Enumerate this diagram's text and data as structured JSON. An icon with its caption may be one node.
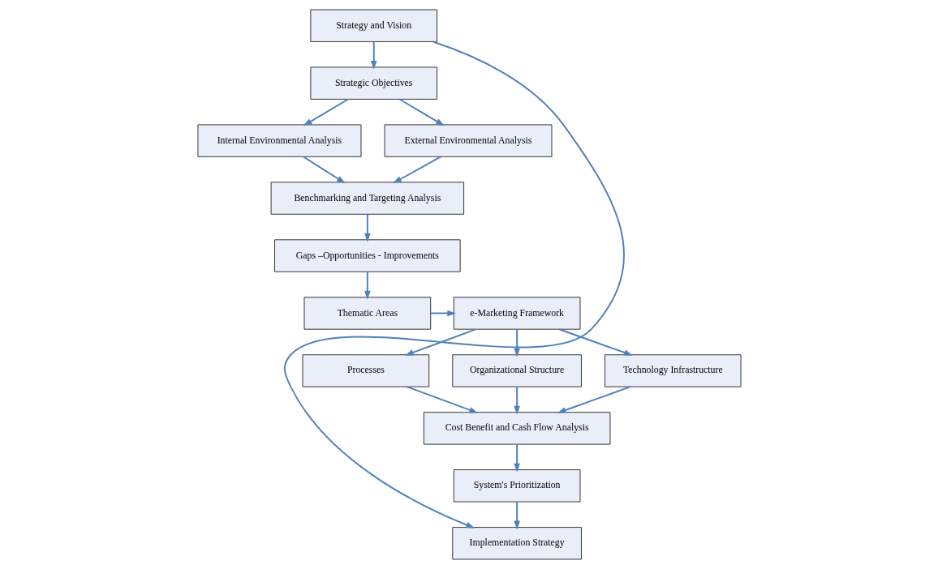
{
  "diagram": {
    "nodes": [
      {
        "text": [
          "Strategy and Vision"
        ]
      },
      {
        "text": [
          "Strategic Objectives"
        ]
      },
      {
        "text": [
          "Internal Environmental Analysis"
        ]
      },
      {
        "text": [
          "External Environmental Analysis"
        ]
      },
      {
        "text": [
          "Benchmarking and Targeting Analysis"
        ]
      },
      {
        "text": [
          "Gaps –Opportunities - Improvements"
        ]
      },
      {
        "text": [
          "Thematic Areas"
        ]
      },
      {
        "text": [
          "e-Marketing Framework"
        ]
      },
      {
        "text": [
          "Processes"
        ]
      },
      {
        "text": [
          "Organizational Structure"
        ]
      },
      {
        "text": [
          "Technology Infrastructure"
        ]
      },
      {
        "text": [
          "Cost Benefit and Cash Flow Analysis"
        ]
      },
      {
        "text": [
          "System's Prioritization"
        ]
      },
      {
        "text": [
          "Implementation Strategy"
        ]
      }
    ],
    "edges": [
      {
        "from": 0,
        "to": 1,
        "arrow": "to"
      },
      {
        "from": 1,
        "to": 2,
        "arrow": "to"
      },
      {
        "from": 1,
        "to": 3,
        "arrow": "to"
      },
      {
        "from": 2,
        "to": 4,
        "arrow": "to"
      },
      {
        "from": 3,
        "to": 4,
        "arrow": "to"
      },
      {
        "from": 4,
        "to": 5,
        "arrow": "to"
      },
      {
        "from": 5,
        "to": 6,
        "arrow": "to"
      },
      {
        "from": 6,
        "to": 7,
        "arrow": "to"
      },
      {
        "from": 7,
        "to": 8,
        "arrow": "to"
      },
      {
        "from": 7,
        "to": 9,
        "arrow": "to"
      },
      {
        "from": 7,
        "to": 10,
        "arrow": "to"
      },
      {
        "from": 8,
        "to": 11,
        "arrow": "to"
      },
      {
        "from": 9,
        "to": 11,
        "arrow": "to"
      },
      {
        "from": 10,
        "to": 11,
        "arrow": "to"
      },
      {
        "from": 11,
        "to": 12,
        "arrow": "to"
      },
      {
        "from": 12,
        "to": 13,
        "arrow": "to"
      },
      {
        "from": 0,
        "to": 13,
        "arrow": "to"
      }
    ]
  }
}
